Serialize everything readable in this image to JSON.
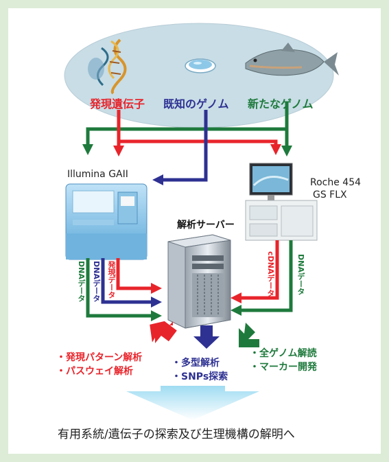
{
  "colors": {
    "red": "#e8242b",
    "blue": "#2e3192",
    "green": "#1e7a3c",
    "background": "#dcecd7",
    "ellipse": "#c9dde6",
    "bottom_arrow": "#8fd3ec"
  },
  "sources": {
    "expressed_genes": "発現遺伝子",
    "known_genome": "既知のゲノム",
    "new_genome": "新たなゲノム"
  },
  "instruments": {
    "illumina": "Illumina GAII",
    "roche_line1": "Roche 454",
    "roche_line2": "GS FLX"
  },
  "server": {
    "label": "解析サーバー"
  },
  "data_labels": {
    "illumina_green": "DNAデータ",
    "illumina_blue": "DNAデータ",
    "illumina_red": "発現データ",
    "roche_red": "cDNAデータ",
    "roche_green": "DNAデータ"
  },
  "results": {
    "red_1": "・発現パターン解析",
    "red_2": "・パスウェイ解析",
    "blue_1": "・多型解析",
    "blue_2": "・SNPs探索",
    "green_1": "・全ゲノム解読",
    "green_2": "・マーカー開発"
  },
  "conclusion": "有用系統/遺伝子の探索及び生理機構の解明へ"
}
